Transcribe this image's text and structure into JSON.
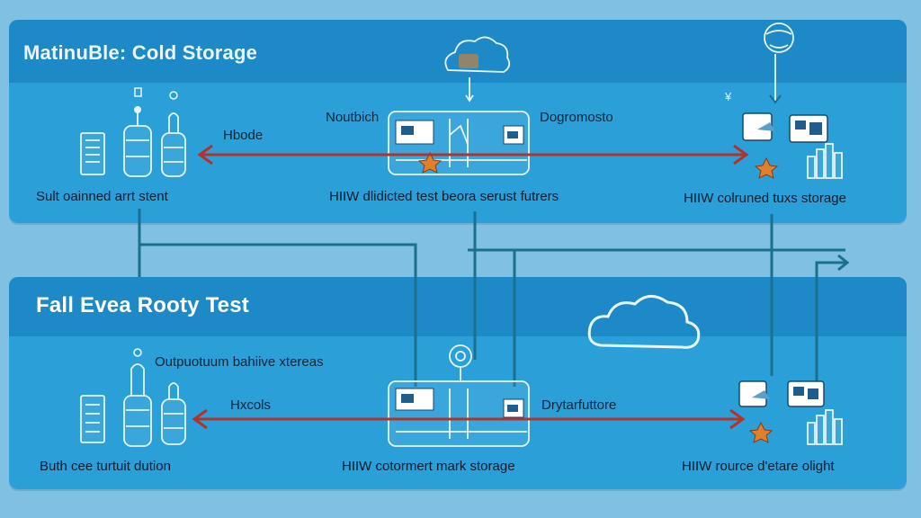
{
  "panels": {
    "top": {
      "title": "MatinuBle: Cold Storage",
      "left_label": "Hbode",
      "center_label": "Noutbich",
      "right_label": "Dogromosto",
      "left_caption": "Sult oainned arrt stent",
      "center_caption": "HIIW dlidicted test beora serust futrers",
      "right_caption": "HIIW colruned tuxs storage",
      "yen_symbol": "¥"
    },
    "bottom": {
      "title": "Fall Evea Rooty Test",
      "top_label": "Outpuotuum bahiive xtereas",
      "left_label": "Hxcols",
      "right_label": "Drytarfuttore",
      "left_caption": "Buth cee turtuit dution",
      "center_caption": "HIIW cotormert mark storage",
      "right_caption": "HIIW rource d'etare olight"
    }
  },
  "colors": {
    "background": "#7fc0e3",
    "panel": "#2a9fd8",
    "flow_arrow": "#b2332c",
    "connector": "#1b6f8f"
  },
  "icons": [
    "cloud-icon",
    "database-cylinder-icon",
    "server-icon",
    "laptop-icon",
    "chart-icon",
    "star-icon",
    "globe-icon"
  ]
}
